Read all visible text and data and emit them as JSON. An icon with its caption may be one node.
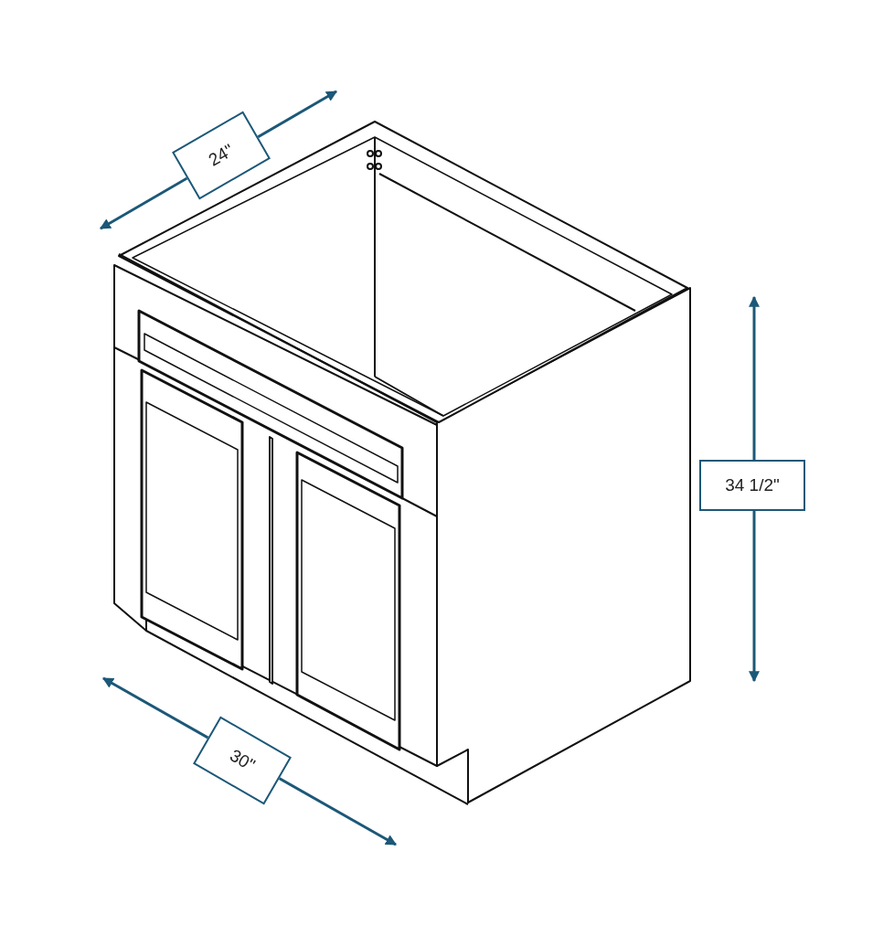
{
  "diagram": {
    "labels": [
      "24\"",
      "34 1/2\"",
      "30\""
    ]
  }
}
